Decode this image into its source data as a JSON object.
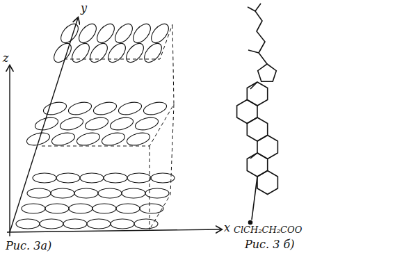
{
  "diagram": {
    "labels": [
      "z",
      "y",
      "x",
      "Рис. 3а)",
      "ClCH₂CH₂COO",
      "Рис. 3 б)"
    ]
  }
}
